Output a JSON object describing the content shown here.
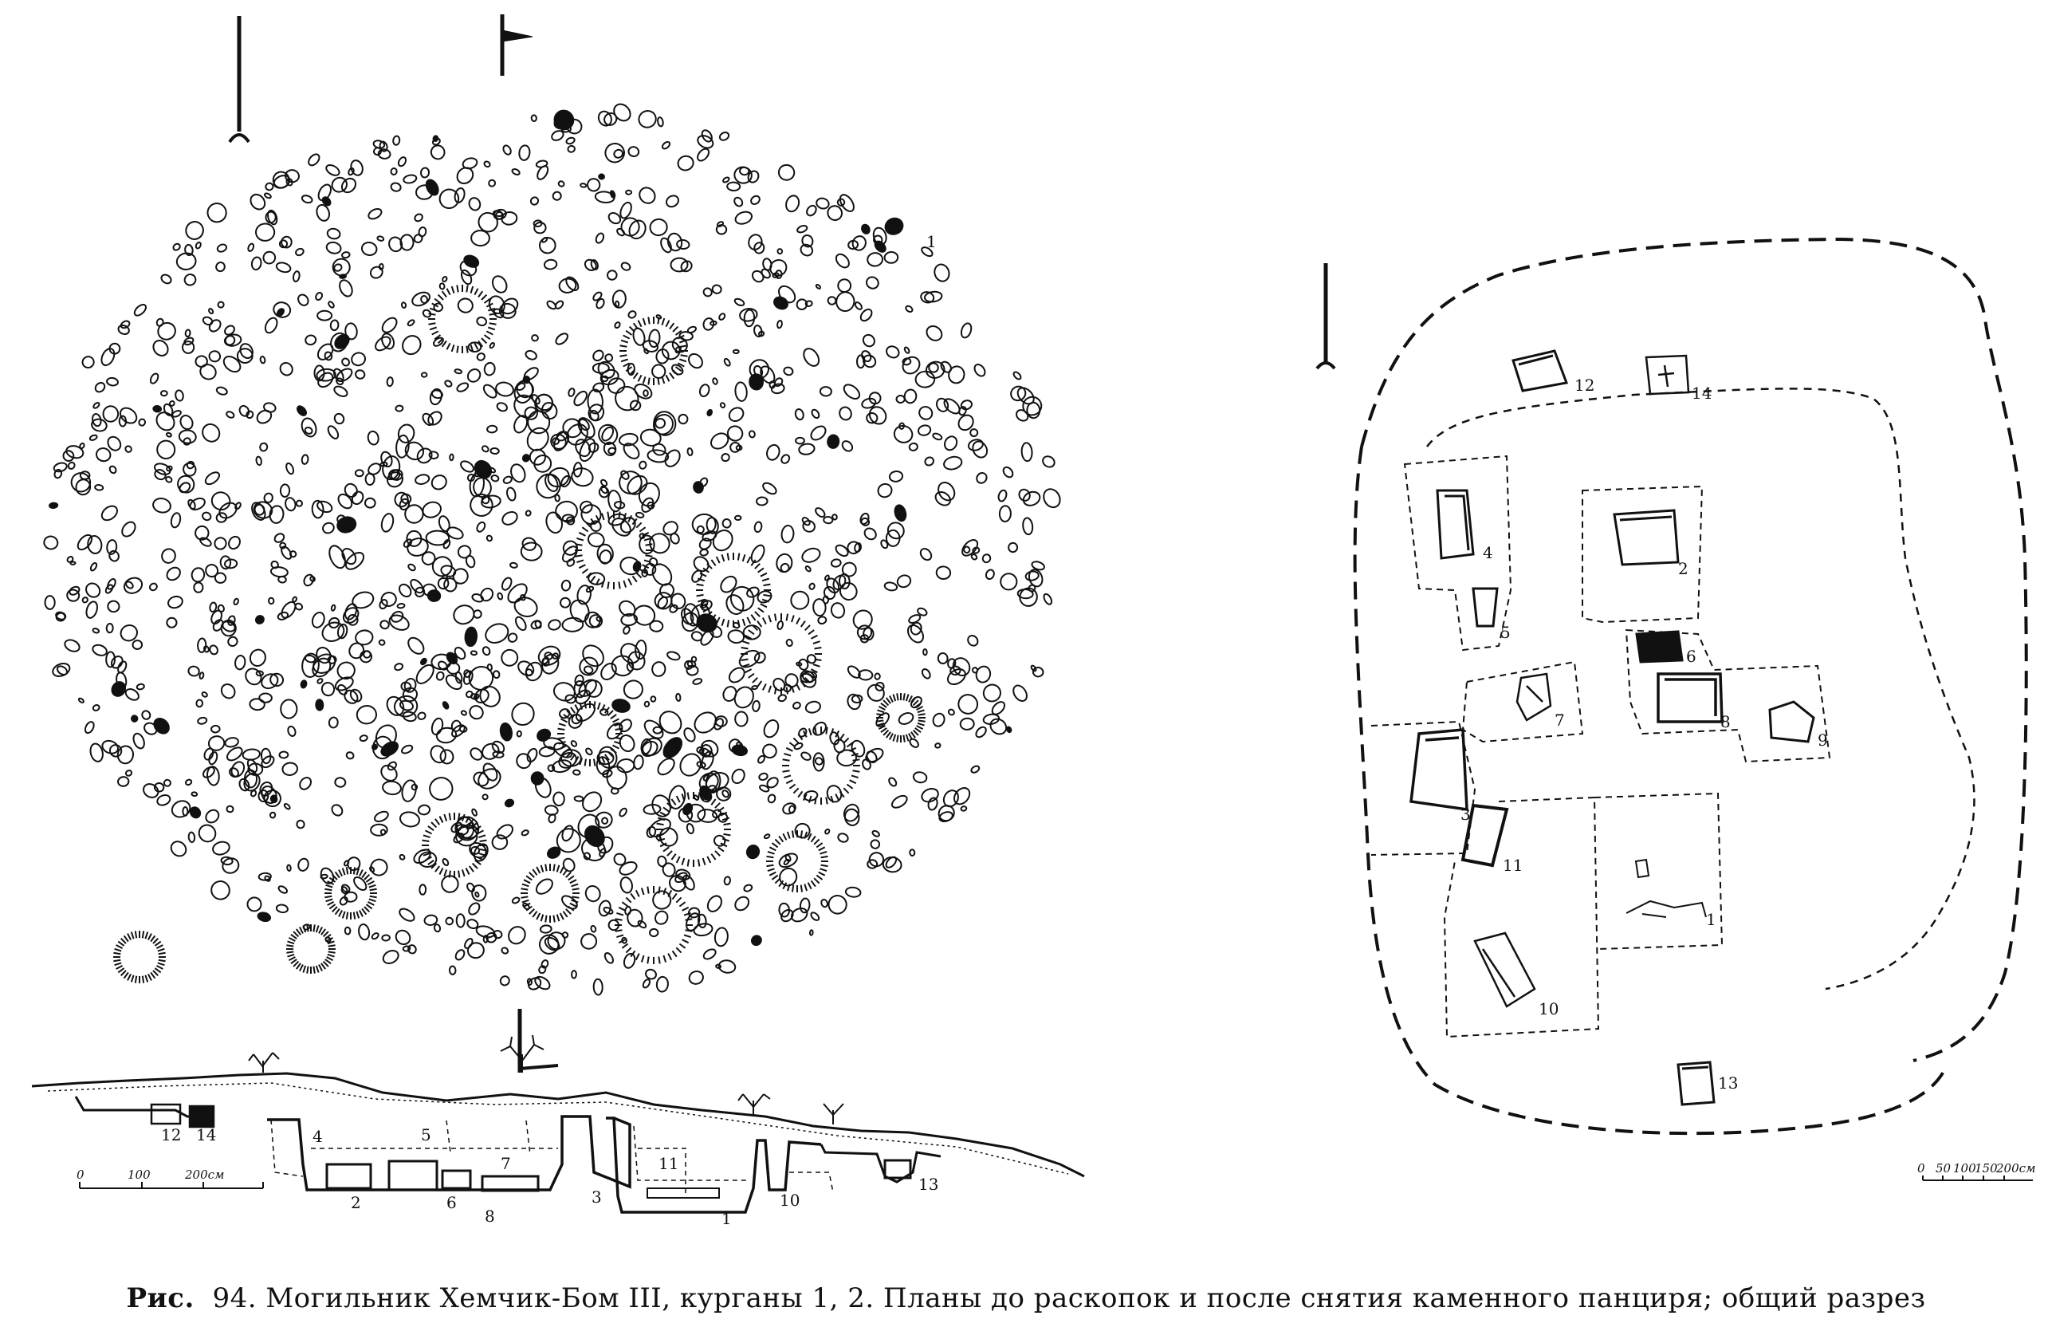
{
  "caption": {
    "prefix": "Рис.",
    "text": "94. Могильник Хемчик-Бом III, курганы 1, 2. Планы до раскопок и после снятия каменного панциря; общий разрез"
  },
  "plan_before": {
    "label": "1"
  },
  "plan_after": {
    "features": [
      {
        "id": "12",
        "label": "12"
      },
      {
        "id": "14",
        "label": "14"
      },
      {
        "id": "4",
        "label": "4"
      },
      {
        "id": "2",
        "label": "2"
      },
      {
        "id": "5",
        "label": "5"
      },
      {
        "id": "6",
        "label": "6"
      },
      {
        "id": "7",
        "label": "7"
      },
      {
        "id": "8",
        "label": "8"
      },
      {
        "id": "9",
        "label": "9"
      },
      {
        "id": "3",
        "label": "3"
      },
      {
        "id": "11",
        "label": "11"
      },
      {
        "id": "1",
        "label": "1"
      },
      {
        "id": "10",
        "label": "10"
      },
      {
        "id": "13",
        "label": "13"
      }
    ],
    "scale": {
      "ticks": [
        "0",
        "50",
        "100",
        "150",
        "200см"
      ]
    }
  },
  "section": {
    "labels": {
      "12": "12",
      "14": "14",
      "4": "4",
      "5": "5",
      "7": "7",
      "11": "11",
      "2": "2",
      "6": "6",
      "8": "8",
      "3": "3",
      "1": "1",
      "10": "10",
      "13": "13"
    },
    "scale": {
      "ticks": [
        "0",
        "100",
        "200см"
      ]
    }
  }
}
